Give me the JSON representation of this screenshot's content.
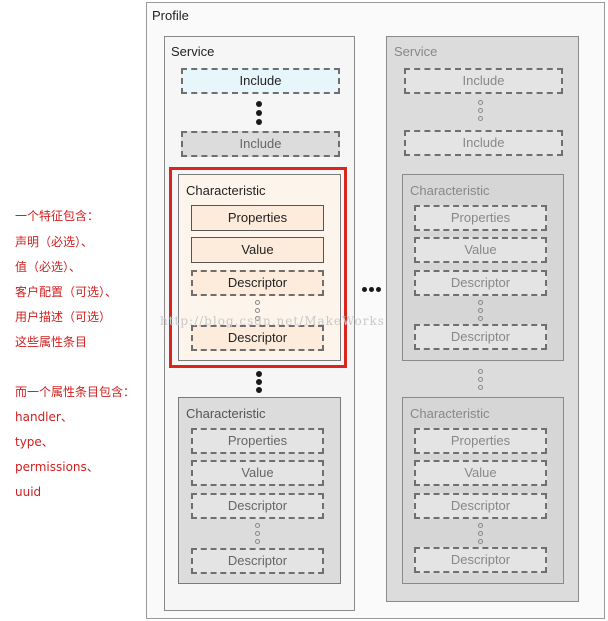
{
  "annotation": {
    "lines": [
      "一个特征包含：",
      "声明（必选）、",
      "值（必选）、",
      "客户配置（可选）、",
      "用户描述（可选）",
      "这些属性条目"
    ],
    "lines2": [
      "而一个属性条目包含：",
      "handler、",
      "type、",
      "permissions、",
      "uuid"
    ]
  },
  "profile": {
    "title": "Profile"
  },
  "service_left": {
    "title": "Service",
    "include_1": "Include",
    "include_2": "Include",
    "char_highlight": {
      "title": "Characteristic",
      "properties": "Properties",
      "value": "Value",
      "descriptor_1": "Descriptor",
      "descriptor_2": "Descriptor"
    },
    "char_lower": {
      "title": "Characteristic",
      "properties": "Properties",
      "value": "Value",
      "descriptor_1": "Descriptor",
      "descriptor_2": "Descriptor"
    }
  },
  "service_right": {
    "title": "Service",
    "include_1": "Include",
    "include_2": "Include",
    "char_upper": {
      "title": "Characteristic",
      "properties": "Properties",
      "value": "Value",
      "descriptor_1": "Descriptor",
      "descriptor_2": "Descriptor"
    },
    "char_lower": {
      "title": "Characteristic",
      "properties": "Properties",
      "value": "Value",
      "descriptor_1": "Descriptor",
      "descriptor_2": "Descriptor"
    }
  },
  "watermark": "http://blog.csdn.net/MakeWorks",
  "colors": {
    "highlight_frame": "#d9251c",
    "annotation_text": "#d11f1f",
    "include_highlight_fill": "#e6f6fb",
    "char_highlight_fill": "#fdf4ec",
    "grey_fill": "#dcdcdc"
  }
}
